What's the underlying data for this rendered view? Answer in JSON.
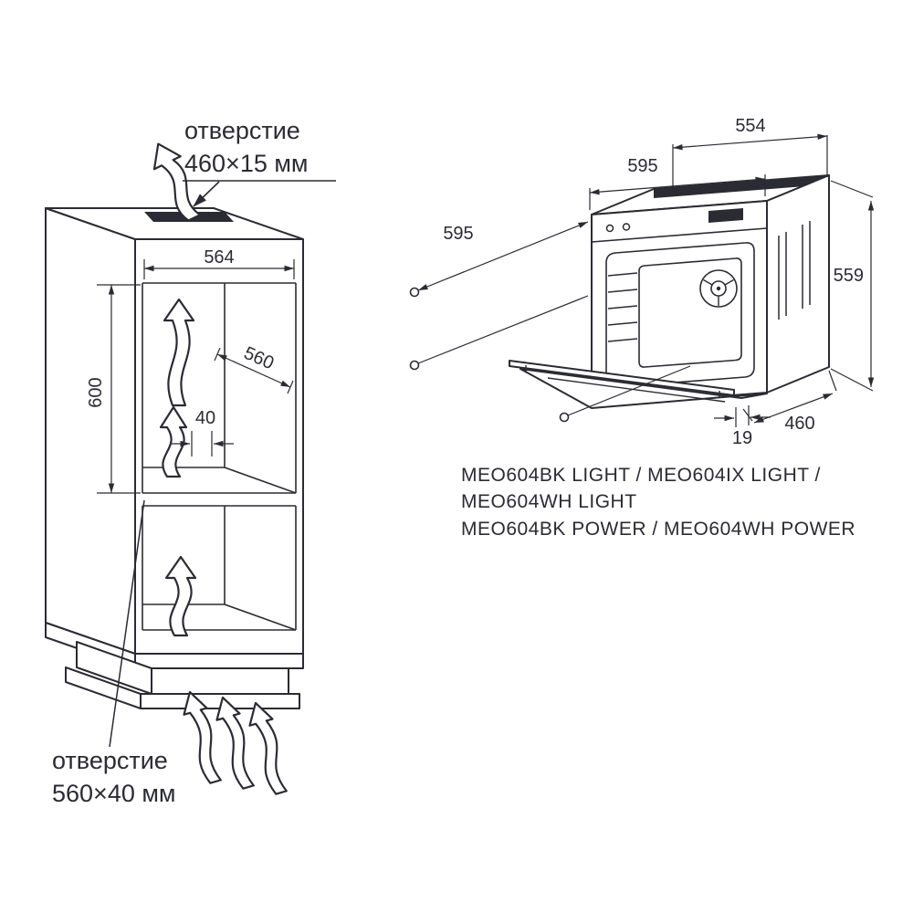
{
  "diagram": {
    "background": "#ffffff",
    "line_color": "#2b2b33"
  },
  "cabinet": {
    "top_opening": {
      "label_line1": "отверстие",
      "label_line2": "460×15 мм"
    },
    "bottom_opening": {
      "label_line1": "отверстие",
      "label_line2": "560×40 мм"
    },
    "dims": {
      "niche_width": "564",
      "niche_depth": "560",
      "niche_height": "600",
      "vent_gap": "40"
    }
  },
  "oven": {
    "dims": {
      "top_depth": "554",
      "top_width": "595",
      "front_width": "595",
      "height": "559",
      "door_offset": "19",
      "door_depth": "460"
    }
  },
  "models": {
    "line1": "MEO604BK LIGHT / MEO604IX LIGHT /",
    "line2": "MEO604WH LIGHT",
    "line3": "MEO604BK POWER / MEO604WH POWER"
  }
}
